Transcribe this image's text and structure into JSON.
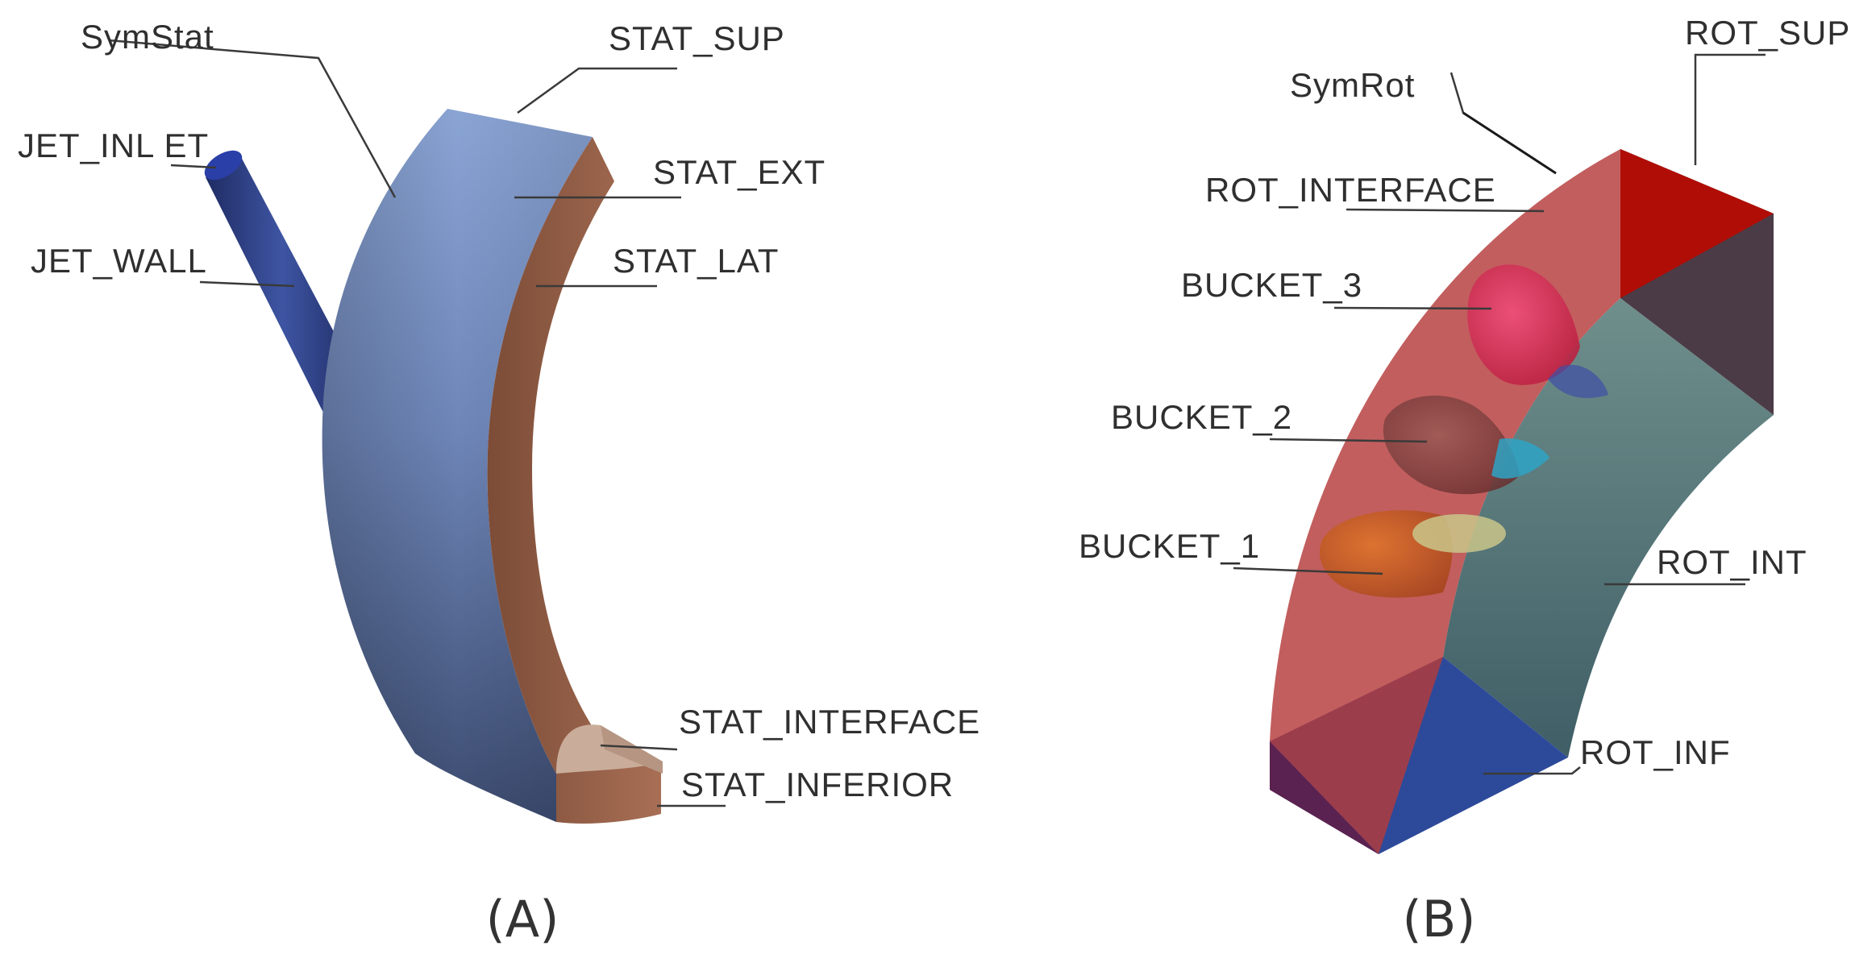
{
  "panel_a": {
    "caption": "(A)",
    "labels": {
      "sym_stat": "SymStat",
      "stat_sup": "STAT_SUP",
      "jet_inlet": "JET_INL ET",
      "stat_ext": "STAT_EXT",
      "jet_wall": "JET_WALL",
      "stat_lat": "STAT_LAT",
      "stat_interface": "STAT_INTERFACE",
      "stat_inferior": "STAT_INFERIOR"
    }
  },
  "panel_b": {
    "caption": "(B)",
    "labels": {
      "rot_sup": "ROT_SUP",
      "sym_rot": "SymRot",
      "rot_interface": "ROT_INTERFACE",
      "bucket_3": "BUCKET_3",
      "bucket_2": "BUCKET_2",
      "bucket_1": "BUCKET_1",
      "rot_int": "ROT_INT",
      "rot_inf": "ROT_INF"
    }
  },
  "colors": {
    "stator_blue_light": "#8aa3d3",
    "stator_blue_dark": "#3c4b6f",
    "stator_brown": "#8d5a43",
    "stator_tan": "#c9ad9a",
    "jet_blue": "#2e3f7e",
    "rotor_red": "#b53a3a",
    "rotor_red_top": "#b00d06",
    "rotor_dark_face": "#4b3b46",
    "rotor_teal": "#4f7277",
    "rotor_blue": "#2d4a9a",
    "rotor_purple": "#5a2250"
  }
}
